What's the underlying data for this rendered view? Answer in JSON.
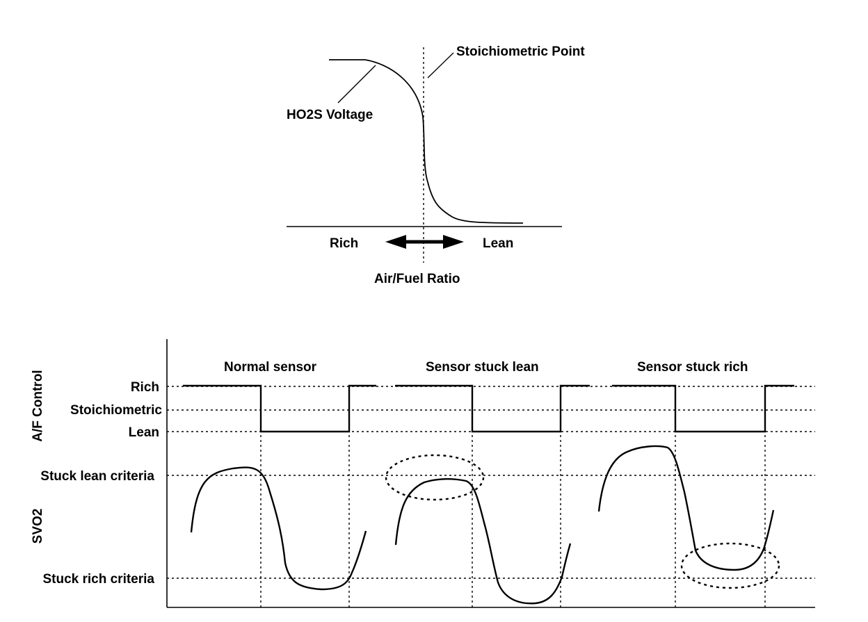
{
  "top_diagram": {
    "stoich_label": "Stoichiometric Point",
    "voltage_label": "HO2S Voltage",
    "rich_label": "Rich",
    "lean_label": "Lean",
    "axis_title": "Air/Fuel Ratio"
  },
  "bottom_diagram": {
    "panel_titles": [
      "Normal sensor",
      "Sensor stuck lean",
      "Sensor stuck rich"
    ],
    "af_axis_title": "A/F Control",
    "af_levels": [
      "Rich",
      "Stoichiometric",
      "Lean"
    ],
    "svo2_axis_title": "SVO2",
    "criteria_labels": [
      "Stuck lean criteria",
      "Stuck rich criteria"
    ]
  }
}
